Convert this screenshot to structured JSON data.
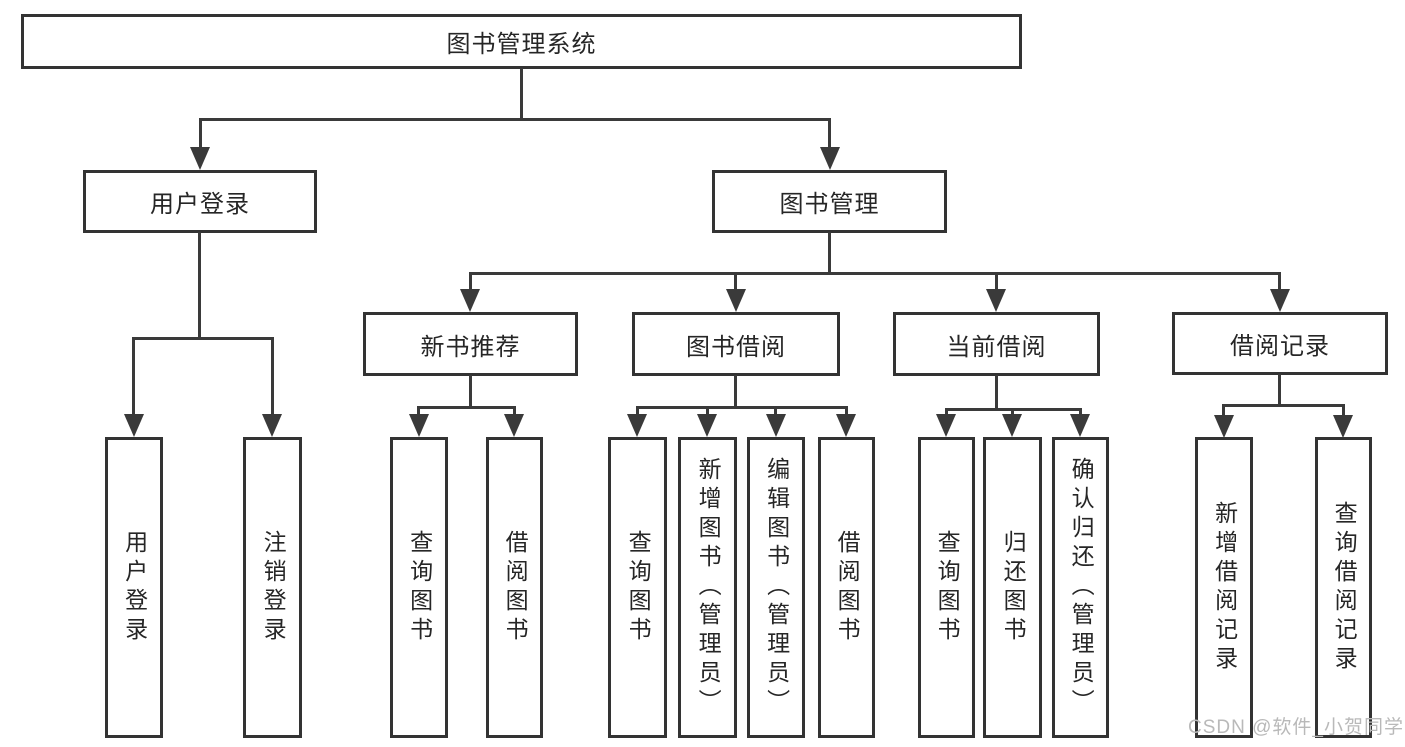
{
  "diagram": {
    "root": {
      "label": "图书管理系统"
    },
    "branches": [
      {
        "label": "用户登录",
        "children": [
          {
            "label": "用户登录"
          },
          {
            "label": "注销登录"
          }
        ]
      },
      {
        "label": "图书管理",
        "children": [
          {
            "label": "新书推荐",
            "children": [
              {
                "label": "查询图书"
              },
              {
                "label": "借阅图书"
              }
            ]
          },
          {
            "label": "图书借阅",
            "children": [
              {
                "label": "查询图书"
              },
              {
                "label": "新增图书（管理员）"
              },
              {
                "label": "编辑图书（管理员）"
              },
              {
                "label": "借阅图书"
              }
            ]
          },
          {
            "label": "当前借阅",
            "children": [
              {
                "label": "查询图书"
              },
              {
                "label": "归还图书"
              },
              {
                "label": "确认归还（管理员）"
              }
            ]
          },
          {
            "label": "借阅记录",
            "children": [
              {
                "label": "新增借阅记录"
              },
              {
                "label": "查询借阅记录"
              }
            ]
          }
        ]
      }
    ],
    "watermark": "CSDN @软件_小贺同学",
    "colors": {
      "line": "#3a3a3a",
      "box_border": "#333333",
      "box_background": "#ffffff",
      "text": "#262626",
      "watermark": "#b9b9b9",
      "background": "#ffffff"
    }
  }
}
